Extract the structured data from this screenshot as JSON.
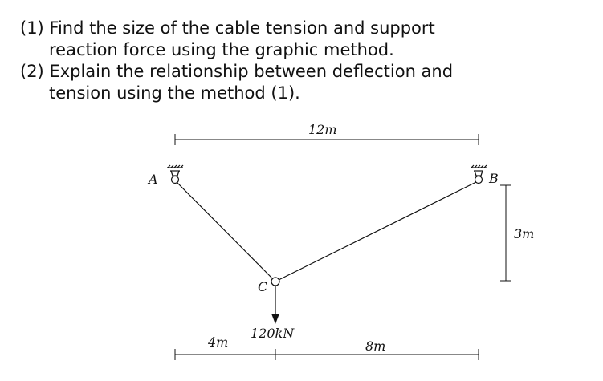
{
  "questions": {
    "q1_line1": "(1) Find the size of the cable tension and support",
    "q1_line2": "reaction force using the graphic method.",
    "q2_line1": "(2) Explain the relationship between deflection and",
    "q2_line2": "tension using the method (1)."
  },
  "diagram": {
    "label_a": "A",
    "label_b": "B",
    "label_c": "C",
    "span_total": "12m",
    "height_diff": "3m",
    "span_left": "4m",
    "span_right": "8m",
    "load": "120kN"
  }
}
